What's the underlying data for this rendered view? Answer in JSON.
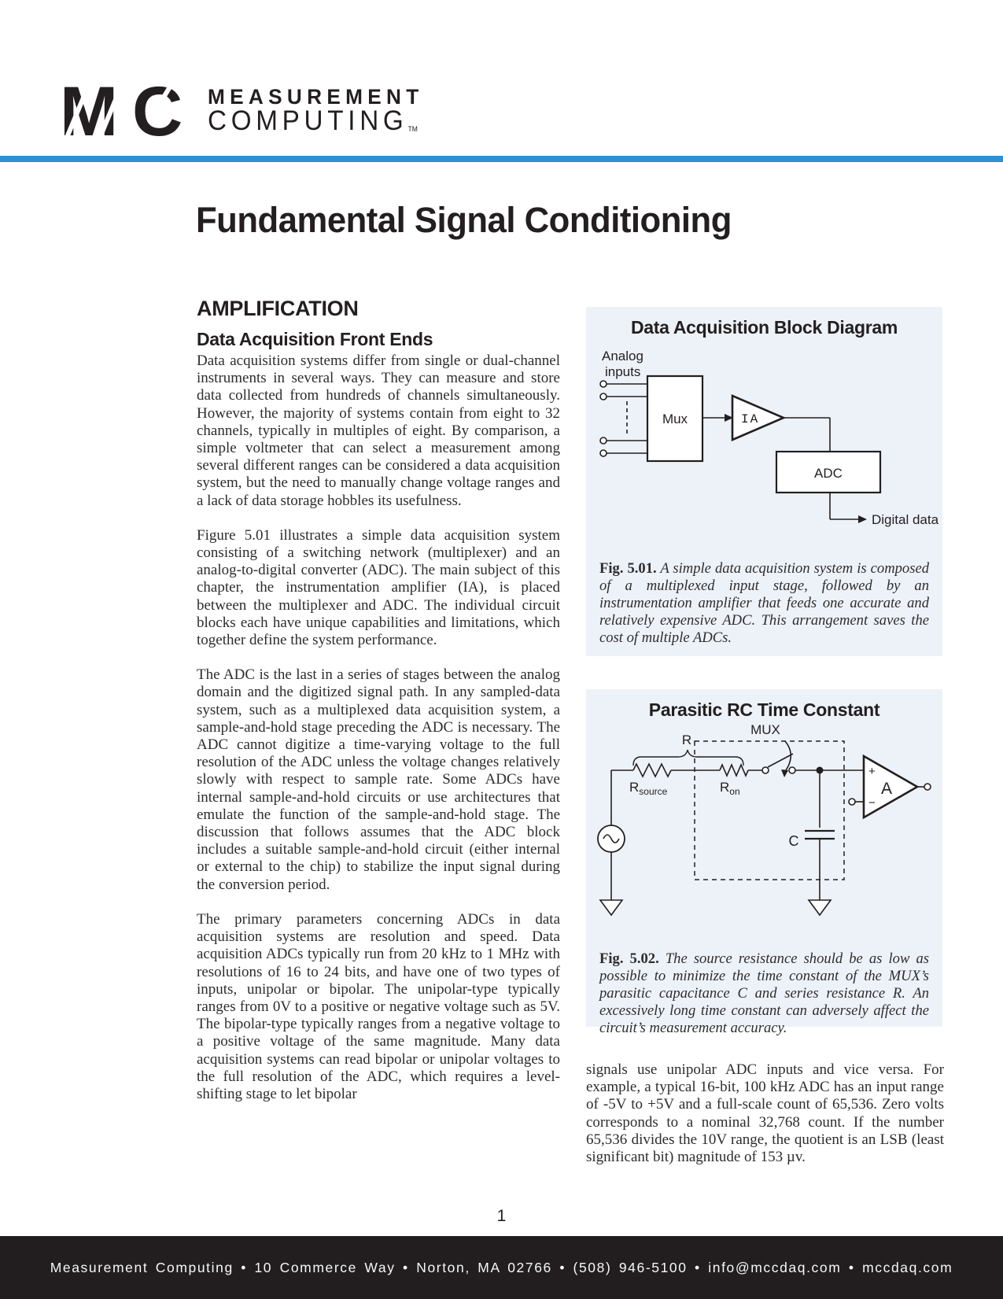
{
  "colors": {
    "accent_blue": "#2f90d2",
    "ink": "#231f20",
    "figure_bg": "#edf2f8",
    "footer_bg": "#221e1f"
  },
  "logo": {
    "m": "M",
    "c": "C",
    "line1": "MEASUREMENT",
    "line2": "COMPUTING",
    "tm": "TM"
  },
  "title": "Fundamental Signal Conditioning",
  "left_column": {
    "section_heading": "AMPLIFICATION",
    "subsection_heading": "Data Acquisition Front Ends",
    "paragraphs": [
      "Data acquisition systems differ from single or dual-channel instruments in several ways. They can measure and store data collected from hundreds of channels simultaneously. However, the majority of systems contain from eight to 32 channels, typically in multiples of eight. By comparison, a simple voltmeter that can select a measurement among several different ranges can be considered a data acquisition system, but the need to manually change voltage ranges and a lack of data storage hobbles its usefulness.",
      "Figure 5.01 illustrates a simple data acquisition system consisting of a switching network (multiplexer) and an analog-to-digital converter (ADC). The main subject of this chapter, the instrumentation amplifier (IA), is placed between the multiplexer and ADC. The individual circuit blocks each have unique capabilities and limitations, which together define the system performance.",
      "The ADC is the last in a series of stages between the analog domain and the digitized signal path. In any sampled-data system, such as a multiplexed data acquisition system, a sample-and-hold stage preceding the ADC is necessary. The ADC cannot digitize a time-varying voltage to the full resolution of the ADC unless the voltage changes relatively slowly with respect to sample rate. Some ADCs have internal sample-and-hold circuits or use architectures that emulate the function of the sample-and-hold stage. The discussion that follows assumes that the ADC block includes a suitable sample-and-hold circuit (either internal or external to the chip) to stabilize the input signal during the conversion period.",
      "The primary parameters concerning ADCs in data acquisition systems are resolution and speed. Data acquisition ADCs typically run from 20 kHz to 1 MHz with resolutions of 16 to 24 bits, and have one of two types of inputs, unipolar or bipolar. The unipolar-type typically ranges from 0V to a positive or negative voltage such as 5V. The bipolar-type typically ranges from a negative voltage to a positive voltage of the same magnitude. Many data acquisition systems can read bipolar or unipolar voltages to the full resolution of the ADC, which requires a level-shifting stage to let bipolar"
    ]
  },
  "figure1": {
    "title": "Data Acquisition Block Diagram",
    "labels": {
      "analog_inputs_line1": "Analog",
      "analog_inputs_line2": "inputs",
      "mux": "Mux",
      "ia": "IA",
      "adc": "ADC",
      "digital_data": "Digital data"
    },
    "caption_label": "Fig. 5.01.",
    "caption": "A simple data acquisition system is composed of a multiplexed input stage, followed by an instrumentation amplifier that feeds one accurate and relatively expensive ADC. This arrangement saves the cost of multiple ADCs."
  },
  "figure2": {
    "title": "Parasitic RC Time Constant",
    "labels": {
      "mux": "MUX",
      "r": "R",
      "r_source_base": "R",
      "r_source_sub": "source",
      "r_on_base": "R",
      "r_on_sub": "on",
      "cap": "C",
      "amp": "A",
      "plus": "+",
      "minus": "−"
    },
    "caption_label": "Fig. 5.02.",
    "caption": "The source resistance should be as low as possible to minimize the time constant of the MUX’s parasitic capacitance C and series resistance R. An excessively long time constant can adversely affect the circuit’s measurement accuracy."
  },
  "right_column": {
    "paragraph": "signals use unipolar ADC inputs and vice versa. For example, a typical 16-bit, 100 kHz ADC has an input range of -5V to +5V and a full-scale count of 65,536. Zero volts corresponds to a nominal 32,768 count. If the number 65,536 divides the 10V range, the quotient is an LSB (least significant bit) magnitude of 153 µv."
  },
  "page_number": "1",
  "footer": {
    "text": "Measurement Computing • 10 Commerce Way • Norton, MA 02766 • (508) 946-5100 • info@mccdaq.com • mccdaq.com"
  }
}
